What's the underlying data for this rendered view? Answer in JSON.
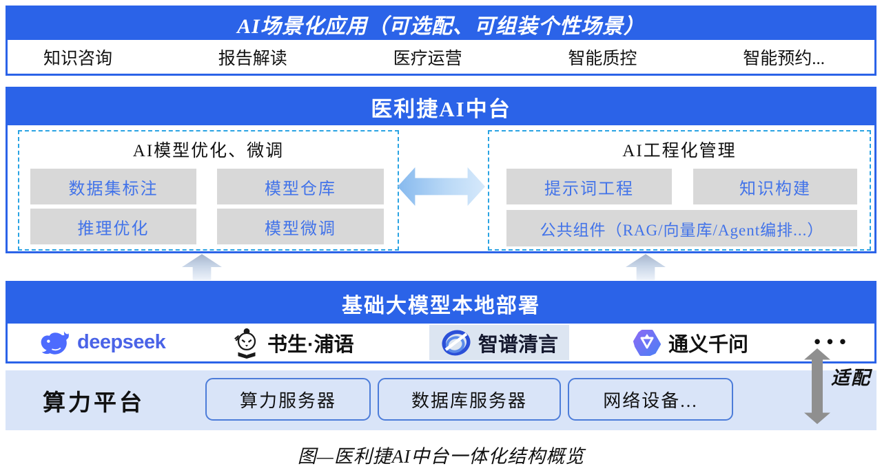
{
  "colors": {
    "primary_blue": "#2B63E8",
    "dashed_border_blue": "#29A3E3",
    "chip_gray": "#D8D8D8",
    "chip_text_blue": "#4273E9",
    "compute_band_blue": "#D9E4F8",
    "compute_box_border": "#4C7CD9",
    "adapter_arrow_gray": "#8F8F8F",
    "deepseek_blue": "#4A63E7"
  },
  "apps_bar": {
    "title": "AI场景化应用（可选配、可组装个性场景）",
    "items": [
      "知识咨询",
      "报告解读",
      "医疗运营",
      "智能质控",
      "智能预约..."
    ]
  },
  "midplatform": {
    "title": "医利捷AI中台",
    "left_group": {
      "title": "AI模型优化、微调",
      "chips": [
        "数据集标注",
        "模型仓库",
        "推理优化",
        "模型微调"
      ]
    },
    "right_group": {
      "title": "AI工程化管理",
      "chips": [
        "提示词工程",
        "知识构建",
        "公共组件（RAG/向量库/Agent编排...）"
      ]
    }
  },
  "foundation": {
    "title": "基础大模型本地部署",
    "models": [
      "deepseek",
      "书生·浦语",
      "智谱清言",
      "通义千问"
    ],
    "more": "•••"
  },
  "compute": {
    "label": "算力平台",
    "boxes": [
      "算力服务器",
      "数据库服务器",
      "网络设备..."
    ]
  },
  "adapter_label": "适配",
  "caption": "图—医利捷AI中台一体化结构概览"
}
